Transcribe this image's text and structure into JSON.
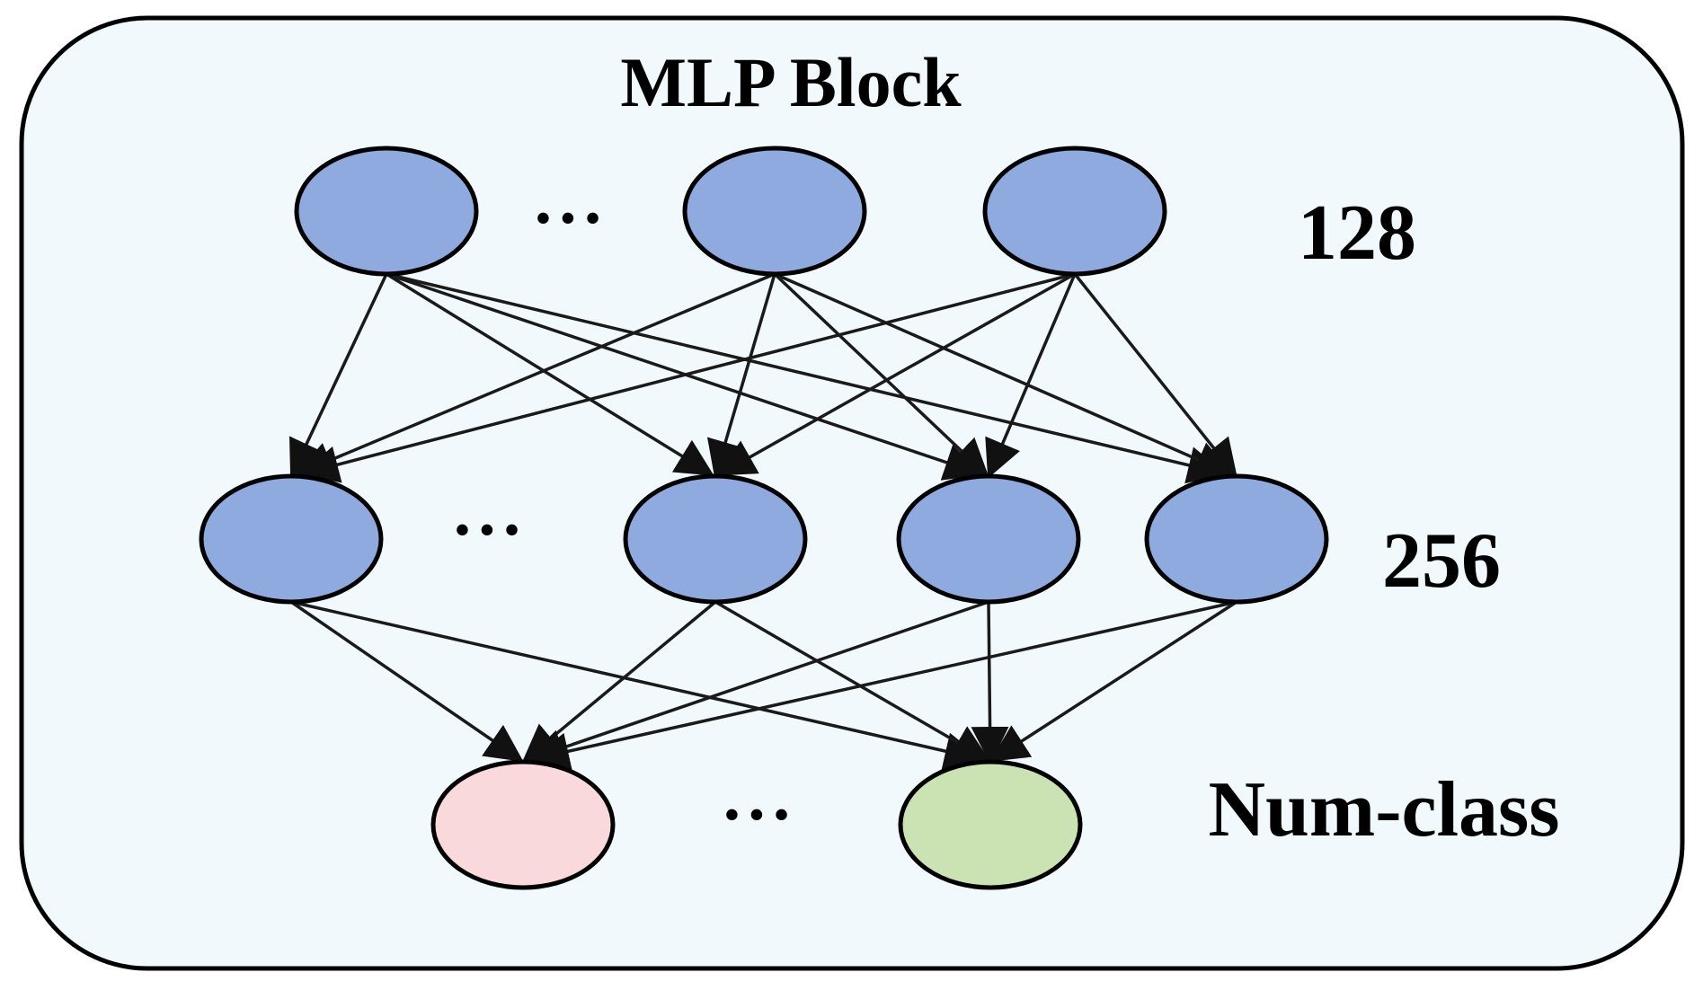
{
  "diagram": {
    "title": "MLP Block",
    "layers": [
      {
        "label": "128",
        "node_color": "#8eaade",
        "nodes": 3
      },
      {
        "label": "256",
        "node_color": "#8eaade",
        "nodes": 4
      },
      {
        "label": "Num-class",
        "node_colors": [
          "#f9d9dc",
          "#cbe3b3"
        ],
        "nodes": 2
      }
    ],
    "ellipsis": "• • •",
    "colors": {
      "panel_fill": "#f1f9fd",
      "panel_stroke": "#000000",
      "edge": "#1a1a1a"
    }
  }
}
